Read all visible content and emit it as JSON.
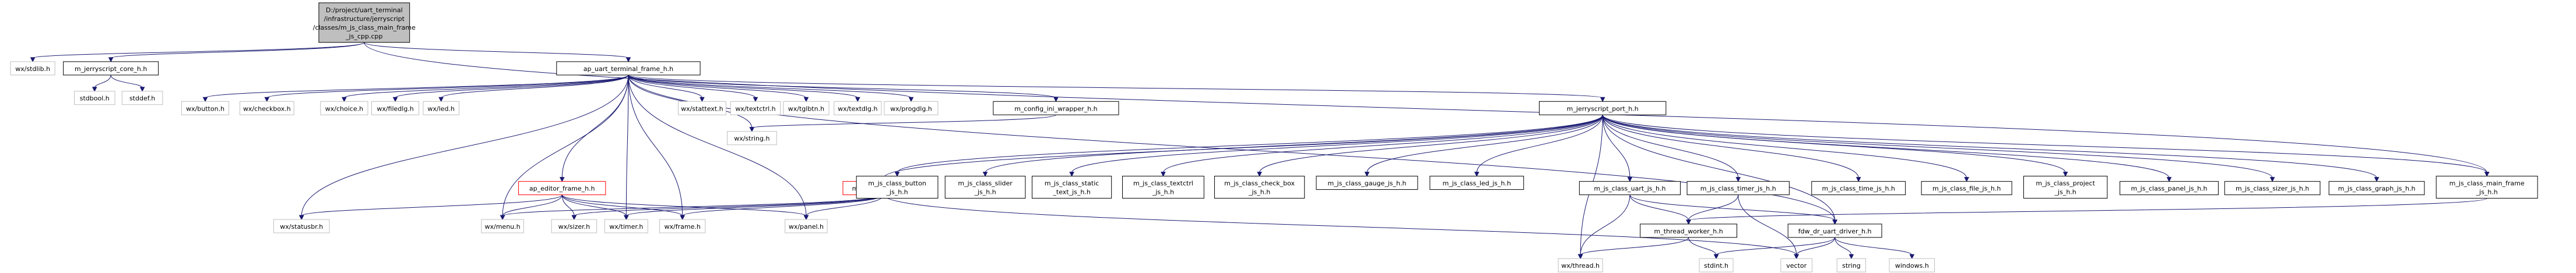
{
  "colors": {
    "edge": "#191970",
    "root_fill": "#bfbfbf",
    "root_stroke": "#000000",
    "doc_stroke": "#000000",
    "system_stroke": "#bfbfbf",
    "editor_stroke": "#ff0000",
    "label": "#000000"
  },
  "nodes": [
    {
      "id": "root",
      "kind": "root",
      "lines": [
        "D:/project/uart_terminal",
        "/infrastructure/jerryscript",
        "/classes/m_js_class_main_frame",
        "_js_cpp.cpp"
      ]
    },
    {
      "id": "wxstdlib",
      "kind": "system",
      "lines": [
        "wx/stdlib.h"
      ]
    },
    {
      "id": "core",
      "kind": "doc",
      "lines": [
        "m_jerryscript_core_h.h"
      ]
    },
    {
      "id": "apframe",
      "kind": "doc",
      "lines": [
        "ap_uart_terminal_frame_h.h"
      ]
    },
    {
      "id": "stdbool",
      "kind": "system",
      "lines": [
        "stdbool.h"
      ]
    },
    {
      "id": "stddef",
      "kind": "system",
      "lines": [
        "stddef.h"
      ]
    },
    {
      "id": "wxbutton",
      "kind": "system",
      "lines": [
        "wx/button.h"
      ]
    },
    {
      "id": "wxcheckbox",
      "kind": "system",
      "lines": [
        "wx/checkbox.h"
      ]
    },
    {
      "id": "wxchoice",
      "kind": "system",
      "lines": [
        "wx/choice.h"
      ]
    },
    {
      "id": "wxfiledlg",
      "kind": "system",
      "lines": [
        "wx/filedlg.h"
      ]
    },
    {
      "id": "wxled",
      "kind": "system",
      "lines": [
        "wx/led.h"
      ]
    },
    {
      "id": "wxstattext",
      "kind": "system",
      "lines": [
        "wx/stattext.h"
      ]
    },
    {
      "id": "wxtextctrl",
      "kind": "system",
      "lines": [
        "wx/textctrl.h"
      ]
    },
    {
      "id": "wxtglbtn",
      "kind": "system",
      "lines": [
        "wx/tglbtn.h"
      ]
    },
    {
      "id": "wxtextdlg",
      "kind": "system",
      "lines": [
        "wx/textdlg.h"
      ]
    },
    {
      "id": "wxprogdlg",
      "kind": "system",
      "lines": [
        "wx/progdlg.h"
      ]
    },
    {
      "id": "cfgwrap",
      "kind": "doc",
      "lines": [
        "m_config_ini_wrapper_h.h"
      ]
    },
    {
      "id": "port",
      "kind": "doc",
      "lines": [
        "m_jerryscript_port_h.h"
      ]
    },
    {
      "id": "wxstring",
      "kind": "system",
      "lines": [
        "wx/string.h"
      ]
    },
    {
      "id": "editor",
      "kind": "editor",
      "lines": [
        "ap_editor_frame_h.h"
      ]
    },
    {
      "id": "gui",
      "kind": "editor",
      "lines": [
        "m_js_gui_frame_h.h"
      ]
    },
    {
      "id": "button",
      "kind": "doc",
      "lines": [
        "m_js_class_button",
        "_js_h.h"
      ]
    },
    {
      "id": "slider",
      "kind": "doc",
      "lines": [
        "m_js_class_slider",
        "_js_h.h"
      ]
    },
    {
      "id": "static",
      "kind": "doc",
      "lines": [
        "m_js_class_static",
        "_text_js_h.h"
      ]
    },
    {
      "id": "textctrl",
      "kind": "doc",
      "lines": [
        "m_js_class_textctrl",
        "_js_h.h"
      ]
    },
    {
      "id": "checkbox",
      "kind": "doc",
      "lines": [
        "m_js_class_check_box",
        "_js_h.h"
      ]
    },
    {
      "id": "gauge",
      "kind": "doc",
      "lines": [
        "m_js_class_gauge_js_h.h"
      ]
    },
    {
      "id": "ledjs",
      "kind": "doc",
      "lines": [
        "m_js_class_led_js_h.h"
      ]
    },
    {
      "id": "uartjs",
      "kind": "doc",
      "lines": [
        "m_js_class_uart_js_h.h"
      ]
    },
    {
      "id": "timerjs",
      "kind": "doc",
      "lines": [
        "m_js_class_timer_js_h.h"
      ]
    },
    {
      "id": "timejs",
      "kind": "doc",
      "lines": [
        "m_js_class_time_js_h.h"
      ]
    },
    {
      "id": "filejs",
      "kind": "doc",
      "lines": [
        "m_js_class_file_js_h.h"
      ]
    },
    {
      "id": "projectjs",
      "kind": "doc",
      "lines": [
        "m_js_class_project",
        "_js_h.h"
      ]
    },
    {
      "id": "paneljs",
      "kind": "doc",
      "lines": [
        "m_js_class_panel_js_h.h"
      ]
    },
    {
      "id": "sizerjs",
      "kind": "doc",
      "lines": [
        "m_js_class_sizer_js_h.h"
      ]
    },
    {
      "id": "graphjs",
      "kind": "doc",
      "lines": [
        "m_js_class_graph_js_h.h"
      ]
    },
    {
      "id": "mainframe",
      "kind": "doc",
      "lines": [
        "m_js_class_main_frame",
        "_js_h.h"
      ]
    },
    {
      "id": "wxstatusbr",
      "kind": "system",
      "lines": [
        "wx/statusbr.h"
      ]
    },
    {
      "id": "wxmenu",
      "kind": "system",
      "lines": [
        "wx/menu.h"
      ]
    },
    {
      "id": "wxsizer",
      "kind": "system",
      "lines": [
        "wx/sizer.h"
      ]
    },
    {
      "id": "wxtimer",
      "kind": "system",
      "lines": [
        "wx/timer.h"
      ]
    },
    {
      "id": "wxframe",
      "kind": "system",
      "lines": [
        "wx/frame.h"
      ]
    },
    {
      "id": "wxpanel",
      "kind": "system",
      "lines": [
        "wx/panel.h"
      ]
    },
    {
      "id": "worker",
      "kind": "doc",
      "lines": [
        "m_thread_worker_h.h"
      ]
    },
    {
      "id": "uartdrv",
      "kind": "doc",
      "lines": [
        "fdw_dr_uart_driver_h.h"
      ]
    },
    {
      "id": "wxthread",
      "kind": "system",
      "lines": [
        "wx/thread.h"
      ]
    },
    {
      "id": "stdint",
      "kind": "system",
      "lines": [
        "stdint.h"
      ]
    },
    {
      "id": "vector",
      "kind": "system",
      "lines": [
        "vector"
      ]
    },
    {
      "id": "string",
      "kind": "system",
      "lines": [
        "string"
      ]
    },
    {
      "id": "windowsh",
      "kind": "system",
      "lines": [
        "windows.h"
      ]
    }
  ],
  "edges": [
    [
      "root",
      "wxstdlib"
    ],
    [
      "root",
      "core"
    ],
    [
      "root",
      "apframe"
    ],
    [
      "root",
      "mainframe"
    ],
    [
      "core",
      "stdbool"
    ],
    [
      "core",
      "stddef"
    ],
    [
      "apframe",
      "wxbutton"
    ],
    [
      "apframe",
      "wxcheckbox"
    ],
    [
      "apframe",
      "wxchoice"
    ],
    [
      "apframe",
      "wxfiledlg"
    ],
    [
      "apframe",
      "wxled"
    ],
    [
      "apframe",
      "wxstattext"
    ],
    [
      "apframe",
      "wxtextctrl"
    ],
    [
      "apframe",
      "wxtglbtn"
    ],
    [
      "apframe",
      "wxtextdlg"
    ],
    [
      "apframe",
      "wxprogdlg"
    ],
    [
      "apframe",
      "cfgwrap"
    ],
    [
      "apframe",
      "port"
    ],
    [
      "apframe",
      "editor"
    ],
    [
      "apframe",
      "wxstatusbr"
    ],
    [
      "apframe",
      "wxmenu"
    ],
    [
      "apframe",
      "wxtimer"
    ],
    [
      "apframe",
      "wxframe"
    ],
    [
      "apframe",
      "wxpanel"
    ],
    [
      "apframe",
      "wxstring"
    ],
    [
      "apframe",
      "uartdrv"
    ],
    [
      "cfgwrap",
      "wxstring"
    ],
    [
      "port",
      "gui"
    ],
    [
      "port",
      "button"
    ],
    [
      "port",
      "slider"
    ],
    [
      "port",
      "static"
    ],
    [
      "port",
      "textctrl"
    ],
    [
      "port",
      "checkbox"
    ],
    [
      "port",
      "gauge"
    ],
    [
      "port",
      "ledjs"
    ],
    [
      "port",
      "uartjs"
    ],
    [
      "port",
      "timerjs"
    ],
    [
      "port",
      "timejs"
    ],
    [
      "port",
      "filejs"
    ],
    [
      "port",
      "projectjs"
    ],
    [
      "port",
      "paneljs"
    ],
    [
      "port",
      "sizerjs"
    ],
    [
      "port",
      "graphjs"
    ],
    [
      "port",
      "mainframe"
    ],
    [
      "port",
      "wxthread"
    ],
    [
      "port",
      "uartdrv"
    ],
    [
      "editor",
      "wxstatusbr"
    ],
    [
      "editor",
      "wxmenu"
    ],
    [
      "editor",
      "wxsizer"
    ],
    [
      "editor",
      "wxtimer"
    ],
    [
      "editor",
      "wxframe"
    ],
    [
      "editor",
      "wxpanel"
    ],
    [
      "gui",
      "wxmenu"
    ],
    [
      "gui",
      "wxsizer"
    ],
    [
      "gui",
      "wxtimer"
    ],
    [
      "gui",
      "wxframe"
    ],
    [
      "gui",
      "wxpanel"
    ],
    [
      "gui",
      "vector"
    ],
    [
      "uartjs",
      "worker"
    ],
    [
      "uartjs",
      "uartdrv"
    ],
    [
      "uartjs",
      "wxthread"
    ],
    [
      "timerjs",
      "worker"
    ],
    [
      "timerjs",
      "vector"
    ],
    [
      "mainframe",
      "worker"
    ],
    [
      "worker",
      "wxthread"
    ],
    [
      "worker",
      "stdint"
    ],
    [
      "uartdrv",
      "stdint"
    ],
    [
      "uartdrv",
      "vector"
    ],
    [
      "uartdrv",
      "string"
    ],
    [
      "uartdrv",
      "windowsh"
    ]
  ]
}
